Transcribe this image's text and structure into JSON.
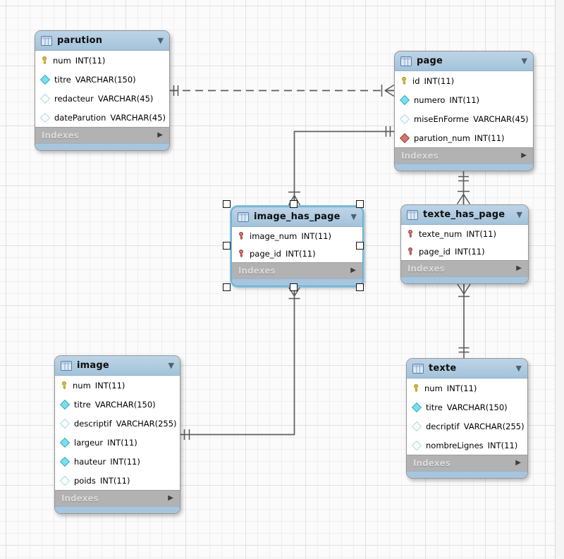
{
  "icons": {
    "collapse": "▼",
    "expand": "▶"
  },
  "colors": {
    "header_blue": "#a9c7df",
    "indexes_gray": "#b2b2b2",
    "selection_blue": "#82c0de",
    "line_gray": "#606060",
    "primary_key_yellow": "#e8c235",
    "foreign_key_red": "#cb6157",
    "attribute_cyan": "#7adfee",
    "fk_attribute_red": "#d5756c"
  },
  "tables": [
    {
      "title": "parution",
      "indexes_label": "Indexes",
      "selected": false,
      "columns": [
        {
          "name": "num",
          "type": "INT(11)",
          "icon": "primary-key"
        },
        {
          "name": "titre",
          "type": "VARCHAR(150)",
          "icon": "attribute-notnull"
        },
        {
          "name": "redacteur",
          "type": "VARCHAR(45)",
          "icon": "attribute-nullable"
        },
        {
          "name": "dateParution",
          "type": "VARCHAR(45)",
          "icon": "attribute-nullable"
        }
      ]
    },
    {
      "title": "page",
      "indexes_label": "Indexes",
      "selected": false,
      "columns": [
        {
          "name": "id",
          "type": "INT(11)",
          "icon": "primary-key"
        },
        {
          "name": "numero",
          "type": "INT(11)",
          "icon": "attribute-notnull"
        },
        {
          "name": "miseEnForme",
          "type": "VARCHAR(45)",
          "icon": "attribute-nullable"
        },
        {
          "name": "parution_num",
          "type": "INT(11)",
          "icon": "foreign-key-attribute"
        }
      ]
    },
    {
      "title": "image_has_page",
      "indexes_label": "Indexes",
      "selected": true,
      "columns": [
        {
          "name": "image_num",
          "type": "INT(11)",
          "icon": "foreign-key"
        },
        {
          "name": "page_id",
          "type": "INT(11)",
          "icon": "foreign-key"
        }
      ]
    },
    {
      "title": "texte_has_page",
      "indexes_label": "Indexes",
      "selected": false,
      "columns": [
        {
          "name": "texte_num",
          "type": "INT(11)",
          "icon": "foreign-key"
        },
        {
          "name": "page_id",
          "type": "INT(11)",
          "icon": "foreign-key"
        }
      ]
    },
    {
      "title": "image",
      "indexes_label": "Indexes",
      "selected": false,
      "columns": [
        {
          "name": "num",
          "type": "INT(11)",
          "icon": "primary-key"
        },
        {
          "name": "titre",
          "type": "VARCHAR(150)",
          "icon": "attribute-notnull"
        },
        {
          "name": "descriptif",
          "type": "VARCHAR(255)",
          "icon": "attribute-nullable"
        },
        {
          "name": "largeur",
          "type": "INT(11)",
          "icon": "attribute-notnull"
        },
        {
          "name": "hauteur",
          "type": "INT(11)",
          "icon": "attribute-notnull"
        },
        {
          "name": "poids",
          "type": "INT(11)",
          "icon": "attribute-nullable"
        }
      ]
    },
    {
      "title": "texte",
      "indexes_label": "Indexes",
      "selected": false,
      "columns": [
        {
          "name": "num",
          "type": "INT(11)",
          "icon": "primary-key"
        },
        {
          "name": "titre",
          "type": "VARCHAR(150)",
          "icon": "attribute-notnull"
        },
        {
          "name": "decriptif",
          "type": "VARCHAR(255)",
          "icon": "attribute-nullable"
        },
        {
          "name": "nombreLignes",
          "type": "INT(11)",
          "icon": "attribute-nullable"
        }
      ]
    }
  ],
  "relationships": [
    {
      "from": "parution",
      "to": "page",
      "style": "dashed",
      "from_cardinality": "one-mandatory",
      "to_cardinality": "many"
    },
    {
      "from": "page",
      "to": "image_has_page",
      "style": "solid",
      "from_cardinality": "one-mandatory",
      "to_cardinality": "many-mandatory"
    },
    {
      "from": "page",
      "to": "texte_has_page",
      "style": "solid",
      "from_cardinality": "one-mandatory",
      "to_cardinality": "many-mandatory"
    },
    {
      "from": "texte",
      "to": "texte_has_page",
      "style": "solid",
      "from_cardinality": "one-mandatory",
      "to_cardinality": "many-mandatory"
    },
    {
      "from": "image",
      "to": "image_has_page",
      "style": "solid",
      "from_cardinality": "one-mandatory",
      "to_cardinality": "many-mandatory"
    }
  ]
}
